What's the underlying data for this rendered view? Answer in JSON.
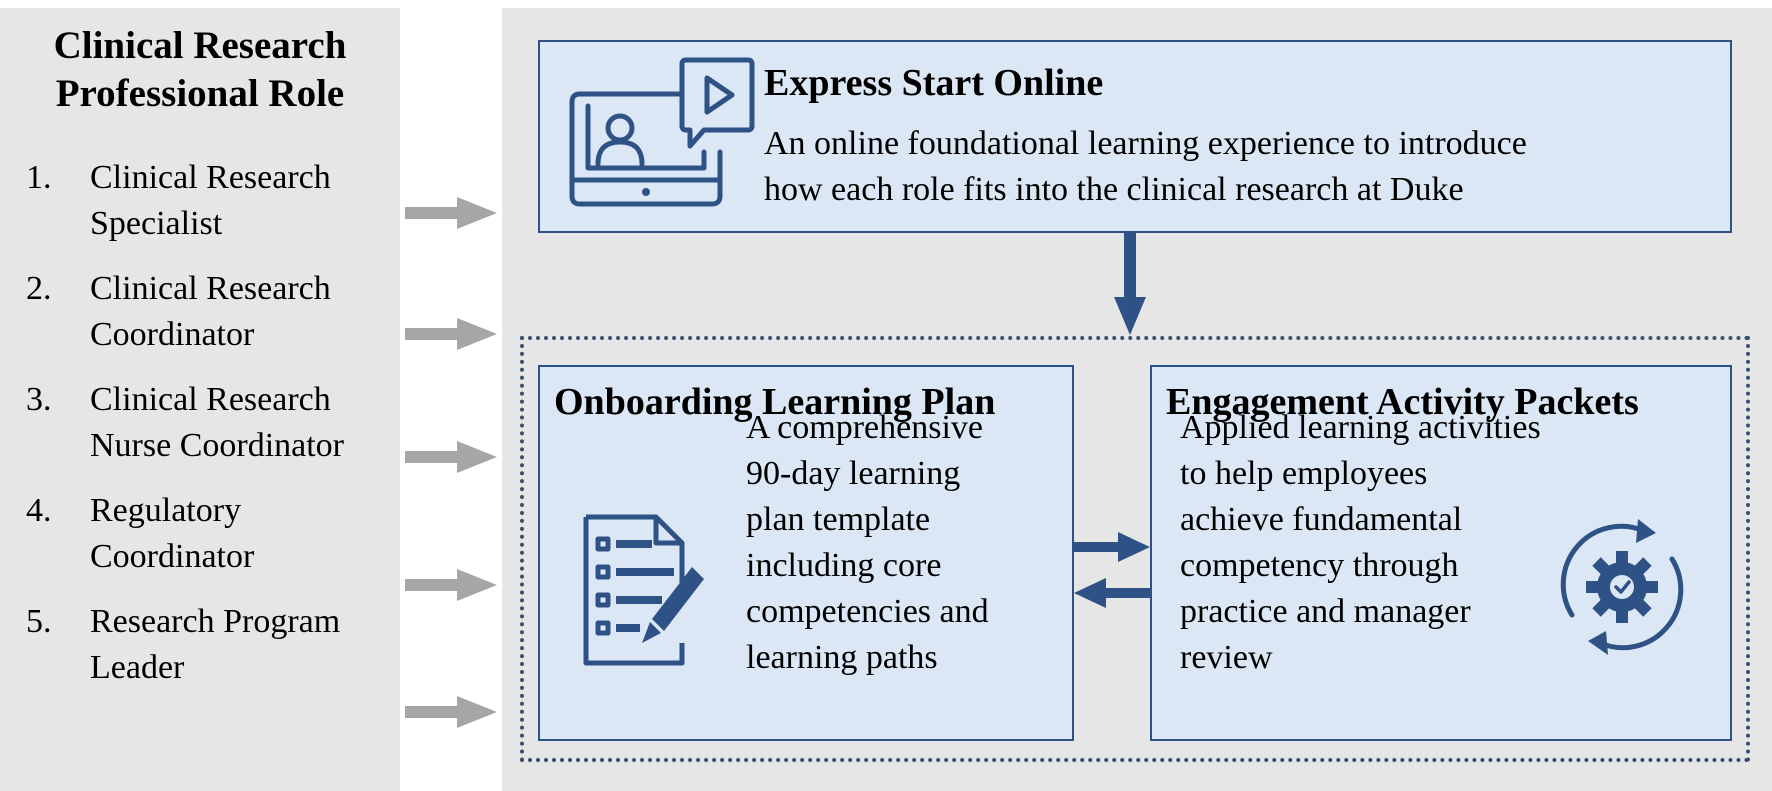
{
  "left_panel": {
    "title_line1": "Clinical Research",
    "title_line2": "Professional Role",
    "roles": [
      {
        "num": "1.",
        "line1": "Clinical Research",
        "line2": "Specialist"
      },
      {
        "num": "2.",
        "line1": "Clinical Research",
        "line2": "Coordinator"
      },
      {
        "num": "3.",
        "line1": "Clinical Research",
        "line2": "Nurse Coordinator"
      },
      {
        "num": "4.",
        "line1": "Regulatory",
        "line2": "Coordinator"
      },
      {
        "num": "5.",
        "line1": "Research Program",
        "line2": "Leader"
      }
    ]
  },
  "express": {
    "title": "Express Start Online",
    "line1": "An online foundational learning experience to introduce",
    "line2": "how each role fits into the clinical research at Duke",
    "icon": "laptop-video-icon"
  },
  "onboarding": {
    "title": "Onboarding Learning Plan",
    "lines": [
      "A comprehensive",
      "90-day learning",
      "plan template",
      "including core",
      "competencies and",
      "learning paths"
    ],
    "icon": "document-checklist-icon"
  },
  "engagement": {
    "title": "Engagement Activity Packets",
    "lines": [
      "Applied learning activities",
      "to help employees",
      "achieve fundamental",
      "competency through",
      "practice and manager",
      "review"
    ],
    "icon": "gear-cycle-icon"
  },
  "colors": {
    "panel_gray": "#e6e6e6",
    "box_fill": "#dbe7f4",
    "box_border": "#2e5286",
    "icon_blue": "#2e5286",
    "arrow_gray": "#a6a6a6"
  }
}
